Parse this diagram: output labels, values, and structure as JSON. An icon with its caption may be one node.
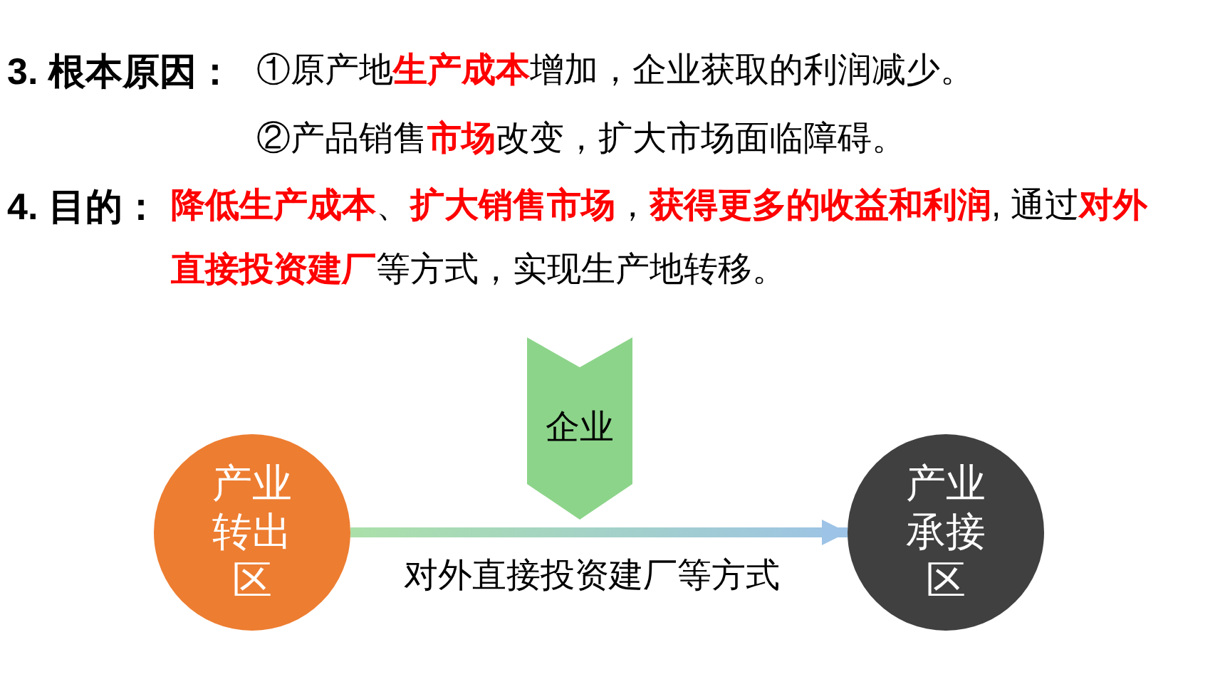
{
  "diagram": {
    "nodes": [
      {
        "text": [
          "产业转出区"
        ]
      },
      {
        "text": [
          "企业"
        ]
      },
      {
        "text": [
          "产业承接区"
        ]
      }
    ],
    "edges": [
      {
        "from": 0,
        "to": 2,
        "arrow": "to",
        "label": "对外直接投资建厂等方式"
      }
    ],
    "labels": [
      "3. 根本原因：",
      "①原产地**生产成本**增加，企业获取的利润减少。",
      "②产品销售**市场**改变，扩大市场面临障碍。",
      "4. 目的：",
      "**降低生产成本**、**扩大销售市场**，**获得更多的收益和利润**, 通过**对外直接投资建厂**等方式，实现生产地转移。"
    ]
  }
}
